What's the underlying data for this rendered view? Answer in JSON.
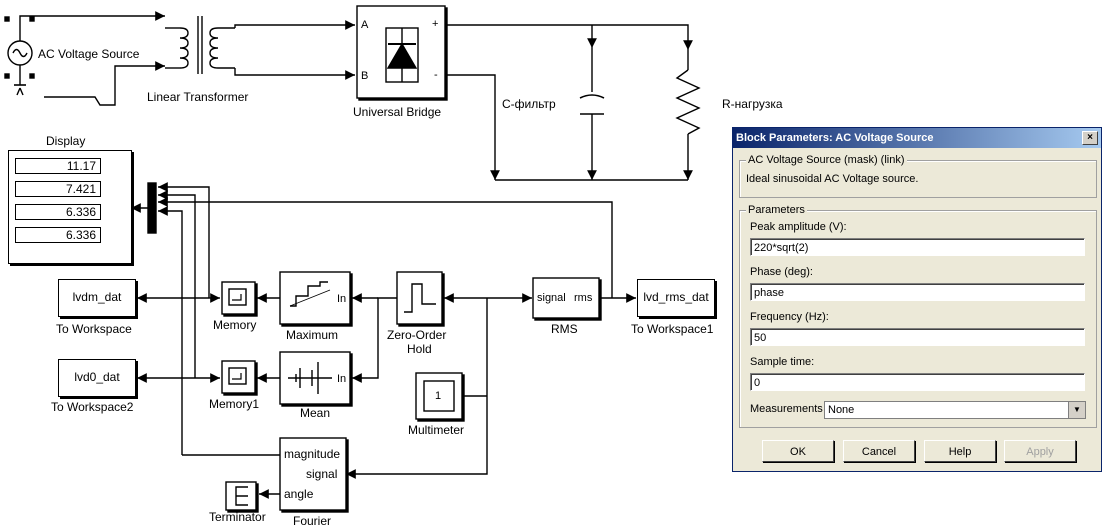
{
  "blocks": {
    "ac_source": "AC Voltage Source",
    "transformer": "Linear Transformer",
    "bridge": "Universal Bridge",
    "bridge_port_a": "A",
    "bridge_port_b": "B",
    "bridge_plus": "+",
    "bridge_minus": "-",
    "c_filter": "С-фильтр",
    "r_load": "R-нагрузка",
    "display": "Display",
    "to_ws": "To Workspace",
    "to_ws1": "To Workspace1",
    "to_ws2": "To Workspace2",
    "lvdm": "lvdm_dat",
    "lvd0": "lvd0_dat",
    "lvd_rms": "lvd_rms_dat",
    "memory": "Memory",
    "memory1": "Memory1",
    "maximum": "Maximum",
    "mean": "Mean",
    "in_port": "In",
    "zoh": "Zero-Order\nHold",
    "zoh_line1": "Zero-Order",
    "zoh_line2": "Hold",
    "rms": "RMS",
    "rms_in": "signal",
    "rms_out": "rms",
    "multimeter": "Multimeter",
    "multimeter_val": "1",
    "fourier": "Fourier",
    "fourier_mag": "magnitude",
    "fourier_sig": "signal",
    "fourier_angle": "angle",
    "terminator": "Terminator"
  },
  "display_values": [
    "11.17",
    "7.421",
    "6.336",
    "6.336"
  ],
  "dialog": {
    "title": "Block Parameters: AC Voltage Source",
    "close": "×",
    "group1_title": "AC Voltage Source (mask) (link)",
    "description": "Ideal sinusoidal AC Voltage source.",
    "params_title": "Parameters",
    "peak_label": "Peak amplitude (V):",
    "peak_value": "220*sqrt(2)",
    "phase_label": "Phase (deg):",
    "phase_value": "phase",
    "freq_label": "Frequency (Hz):",
    "freq_value": "50",
    "sample_label": "Sample time:",
    "sample_value": "0",
    "meas_label": "Measurements",
    "meas_value": "None",
    "ok": "OK",
    "cancel": "Cancel",
    "help": "Help",
    "apply": "Apply"
  },
  "colors": {
    "title_start": "#0a246a",
    "title_end": "#a6caf0",
    "dialog_bg": "#ece9d8"
  }
}
